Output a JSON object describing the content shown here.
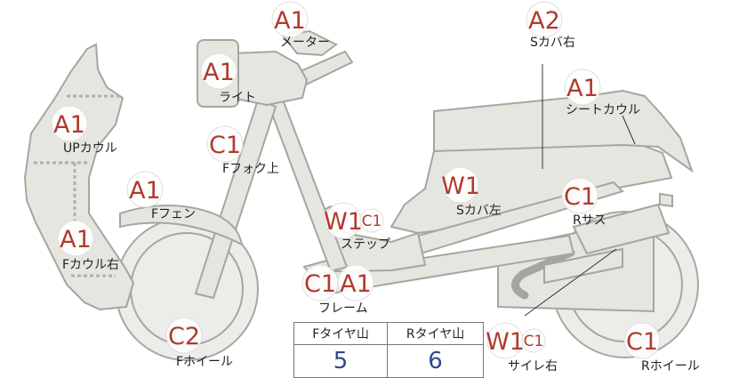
{
  "colors": {
    "part_fill": "#e6e6e1",
    "outline": "#a6a6a0",
    "grade_code": "#b03a2e",
    "tread_value": "#2e4a8f"
  },
  "parts": [
    {
      "id": "meter",
      "code": "A1",
      "sub": "",
      "label": "メーター"
    },
    {
      "id": "s-cover-right",
      "code": "A2",
      "sub": "",
      "label": "Sカバ右"
    },
    {
      "id": "light",
      "code": "A1",
      "sub": "",
      "label": "ライト"
    },
    {
      "id": "seat-cowl",
      "code": "A1",
      "sub": "",
      "label": "シートカウル"
    },
    {
      "id": "up-cowl",
      "code": "A1",
      "sub": "",
      "label": "UPカウル"
    },
    {
      "id": "f-fork-upper",
      "code": "C1",
      "sub": "",
      "label": "Fフォク上"
    },
    {
      "id": "f-fender",
      "code": "A1",
      "sub": "",
      "label": "Fフェン"
    },
    {
      "id": "s-cover-left",
      "code": "W1",
      "sub": "",
      "label": "Sカバ左"
    },
    {
      "id": "step",
      "code": "W1",
      "sub": "C1",
      "label": "ステップ"
    },
    {
      "id": "r-suspension",
      "code": "C1",
      "sub": "",
      "label": "Rサス"
    },
    {
      "id": "f-cowl-right",
      "code": "A1",
      "sub": "",
      "label": "Fカウル右"
    },
    {
      "id": "frame",
      "code": "C1",
      "sub": "A1",
      "label": "フレーム"
    },
    {
      "id": "f-wheel",
      "code": "C2",
      "sub": "",
      "label": "Fホイール"
    },
    {
      "id": "muffler-right",
      "code": "W1",
      "sub": "C1",
      "label": "サイレ右"
    },
    {
      "id": "r-wheel",
      "code": "C1",
      "sub": "",
      "label": "Rホイール"
    }
  ],
  "tread": {
    "front_label": "Fタイヤ山",
    "rear_label": "Rタイヤ山",
    "front_value": "5",
    "rear_value": "6"
  }
}
